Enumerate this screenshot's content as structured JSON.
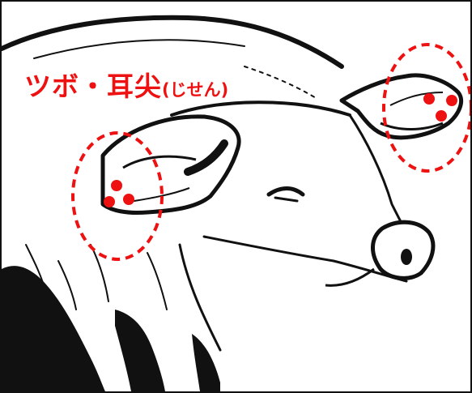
{
  "figure": {
    "subject": "pig-head-illustration",
    "caption": {
      "main": "ツボ・耳尖",
      "reading": "(じせん)"
    },
    "accent_color": "#ee1111",
    "ink_color": "#111111",
    "markers": [
      {
        "name": "left-ear-point-region",
        "points": 3
      },
      {
        "name": "right-ear-point-region",
        "points": 3
      }
    ]
  }
}
